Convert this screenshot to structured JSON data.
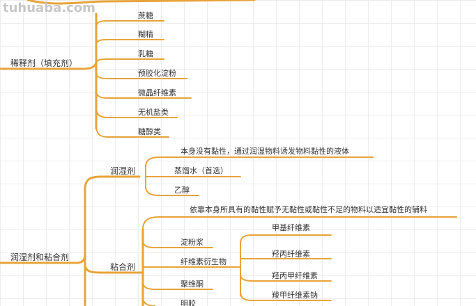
{
  "watermark": "tuhuaba.com",
  "colors": {
    "branch": "#e8a33a",
    "text": "#333333",
    "grid": "#ececec"
  },
  "mindmap": {
    "diluent": {
      "label": "稀释剂（填充剂）",
      "items": [
        "蔗糖",
        "糊精",
        "乳糖",
        "预胶化淀粉",
        "微晶纤维素",
        "无机盐类",
        "糖醇类"
      ]
    },
    "wetting_binding": {
      "label": "润湿剂和粘合剂",
      "wetting": {
        "label": "润湿剂",
        "description": "本身没有黏性，通过润湿物料诱发物料黏性的液体",
        "items": [
          "蒸馏水（首选）",
          "乙醇"
        ]
      },
      "binder": {
        "label": "粘合剂",
        "description": "依靠本身所具有的黏性赋予无黏性或黏性不足的物料以适宜黏性的辅料",
        "items": [
          "淀粉浆",
          "纤维素衍生物",
          "聚维酮",
          "明胶"
        ],
        "cellulose_derivatives": [
          "甲基纤维素",
          "羟丙纤维素",
          "羟丙甲纤维素",
          "羧甲纤维素钠"
        ]
      }
    }
  }
}
